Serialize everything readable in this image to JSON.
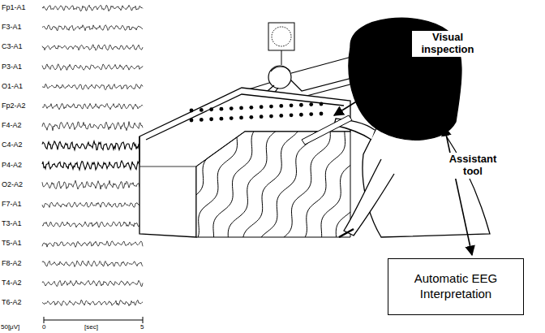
{
  "diagram": {
    "nodes": [
      {
        "text": [
          "Automatic EEG Interpretation"
        ]
      }
    ],
    "labels": [
      "Fp1-A1",
      "F3-A1",
      "C3-A1",
      "P3-A1",
      "O1-A1",
      "Fp2-A2",
      "F4-A2",
      "C4-A2",
      "P4-A2",
      "O2-A2",
      "F7-A1",
      "T3-A1",
      "T5-A1",
      "F8-A2",
      "T4-A2",
      "T6-A2",
      "50[μV]",
      "0",
      "[sec]",
      "5",
      "Visual inspection",
      "Assistant tool"
    ]
  }
}
